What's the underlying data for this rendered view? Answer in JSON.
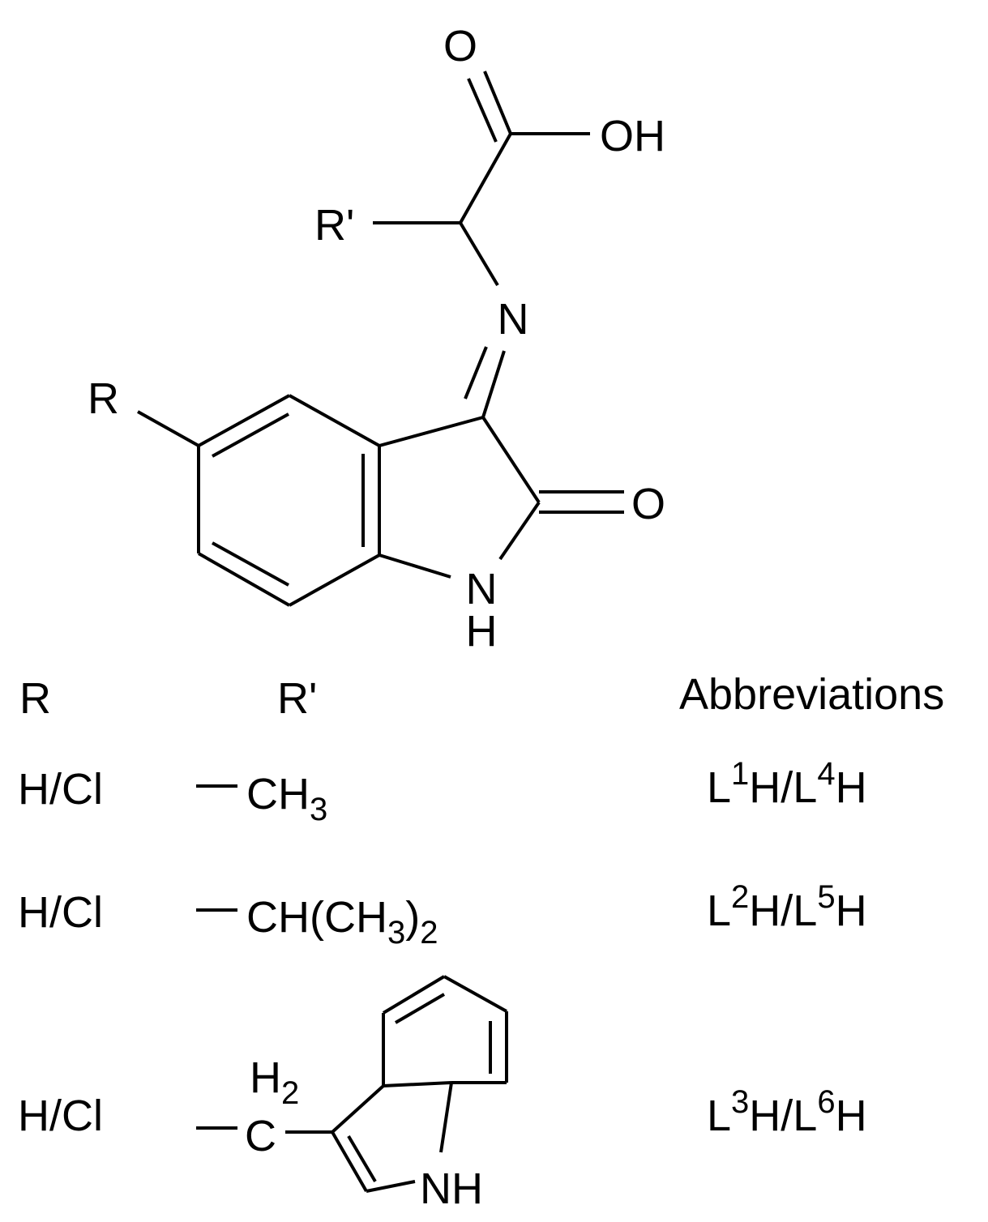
{
  "structure": {
    "carbonyl_o": "O",
    "oh": "OH",
    "r_prime": "R'",
    "imine_n": "N",
    "r": "R",
    "lactam_o": "O",
    "nh_n": "N",
    "nh_h": "H"
  },
  "table": {
    "headers": {
      "r": "R",
      "r_prime": "R'",
      "abbreviations": "Abbreviations"
    },
    "rows": [
      {
        "r": "H/Cl",
        "r_prime": {
          "main": "CH",
          "sub": "3",
          "after": ""
        },
        "abbr": {
          "l1": "L",
          "s1": "1",
          "m1": "H/L",
          "s2": "4",
          "e": "H"
        }
      },
      {
        "r": "H/Cl",
        "r_prime": {
          "main": "CH(CH",
          "sub": "3",
          "after": ")",
          "sub2": "2"
        },
        "abbr": {
          "l1": "L",
          "s1": "2",
          "m1": "H/L",
          "s2": "5",
          "e": "H"
        }
      },
      {
        "r": "H/Cl",
        "r_prime": {
          "c": "C",
          "h": "H",
          "hsub": "2",
          "nh": "NH"
        },
        "abbr": {
          "l1": "L",
          "s1": "3",
          "m1": "H/L",
          "s2": "6",
          "e": "H"
        }
      }
    ]
  }
}
